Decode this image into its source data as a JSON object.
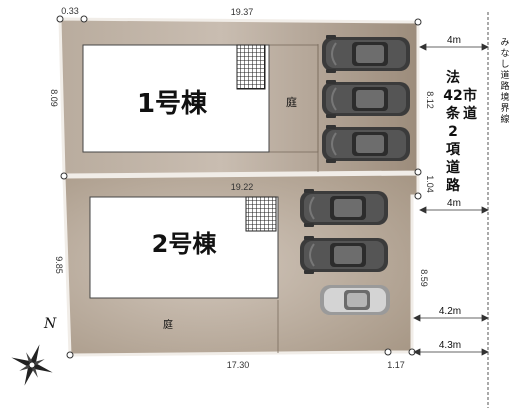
{
  "colors": {
    "lot": "#ab9c8b",
    "lot_light": "#c9bdb1",
    "boundary": "#f1ede8",
    "house": "#ffffff",
    "outline": "#555555",
    "car": "#4a4a4a",
    "car_light": "#bdbdbd"
  },
  "lot1": {
    "building_label": "1号棟",
    "garden_label": "庭",
    "dims": {
      "top_left": "0.33",
      "top": "19.37",
      "left": "8.09",
      "right": "8.12"
    }
  },
  "lot2": {
    "building_label": "2号棟",
    "garden_label": "庭",
    "dims": {
      "top": "19.22",
      "left": "9.85",
      "right_upper": "1.04",
      "right": "8.59",
      "bottom": "17.30",
      "bottom_right": "1.17"
    }
  },
  "road": {
    "label_col1": [
      "法",
      "42",
      "条",
      "2",
      "項",
      "道",
      "路"
    ],
    "label_col2": [
      "市",
      "道"
    ],
    "boundary_label": "みなし道路境界線",
    "widths": [
      "4m",
      "4m",
      "4.2m",
      "4.3m"
    ]
  },
  "compass": {
    "north_label": "N"
  }
}
